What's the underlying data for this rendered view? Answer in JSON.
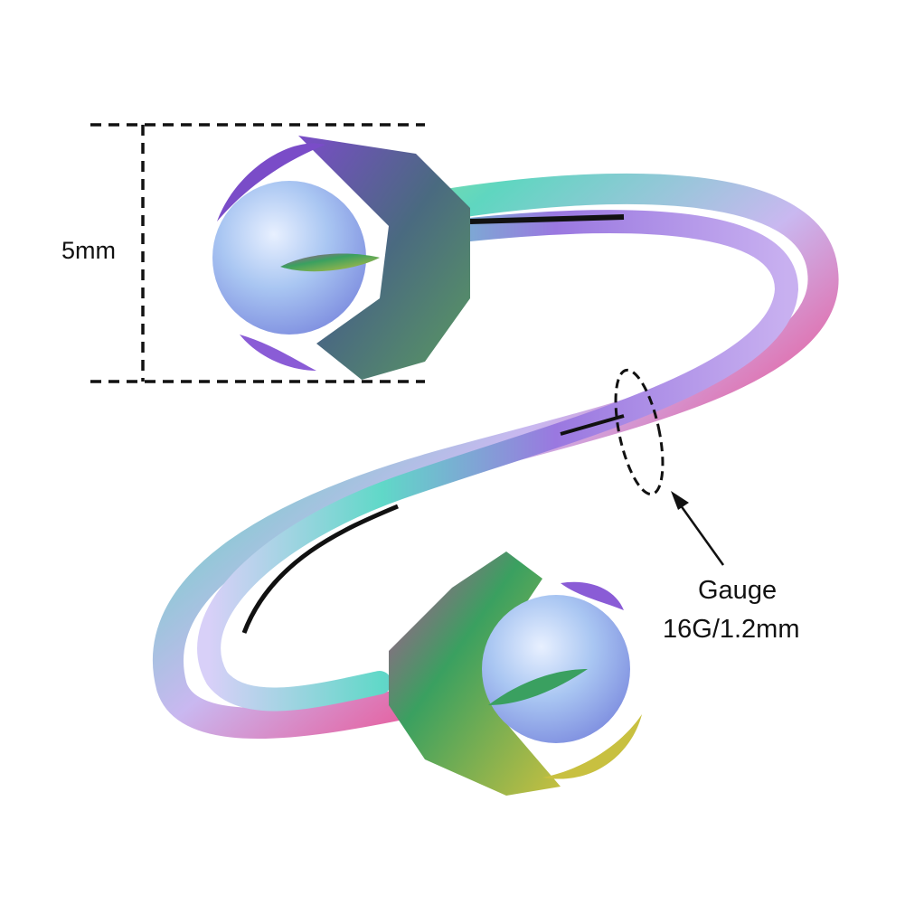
{
  "dimension_label": "5mm",
  "gauge": {
    "title": "Gauge",
    "value": "16G/1.2mm"
  },
  "colors": {
    "ball": "#a9c6f2",
    "line": "#111111",
    "rainbow": [
      "#8a5cd6",
      "#5fd6a0",
      "#b8f07a",
      "#e85a9a",
      "#c9b8f0"
    ]
  }
}
